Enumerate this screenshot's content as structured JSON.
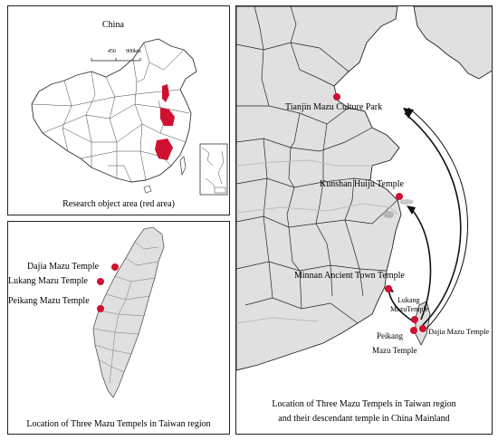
{
  "panel_china": {
    "title": "China",
    "scale_labels": [
      "450",
      "900km"
    ],
    "caption": "Research object area (red area)",
    "highlight_color": "#d01030"
  },
  "panel_taiwan": {
    "temples": [
      {
        "name": "Dajia Mazu Temple"
      },
      {
        "name": "Lukang Mazu Temple"
      },
      {
        "name": "Peikang Mazu Temple"
      }
    ],
    "caption": "Location of Three Mazu Tempels in Taiwan region",
    "marker_color": "#d01030"
  },
  "panel_mainland": {
    "places": [
      {
        "name": "Tianjin Mazu Culture Park"
      },
      {
        "name": "Kunshan Huiju Temple"
      },
      {
        "name": "Minnan Ancient Town Temple"
      },
      {
        "name_lines": [
          "Lukang",
          "MazuTemple"
        ]
      },
      {
        "name_lines": [
          "Peikang",
          "Mazu Temple"
        ]
      },
      {
        "name": "Dajia Mazu Temple"
      }
    ],
    "caption_lines": [
      "Location of Three Mazu Tempels in Taiwan region",
      "and their descendant temple in China Mainland"
    ],
    "marker_color": "#d01030",
    "land_color": "#e0e0e0"
  }
}
